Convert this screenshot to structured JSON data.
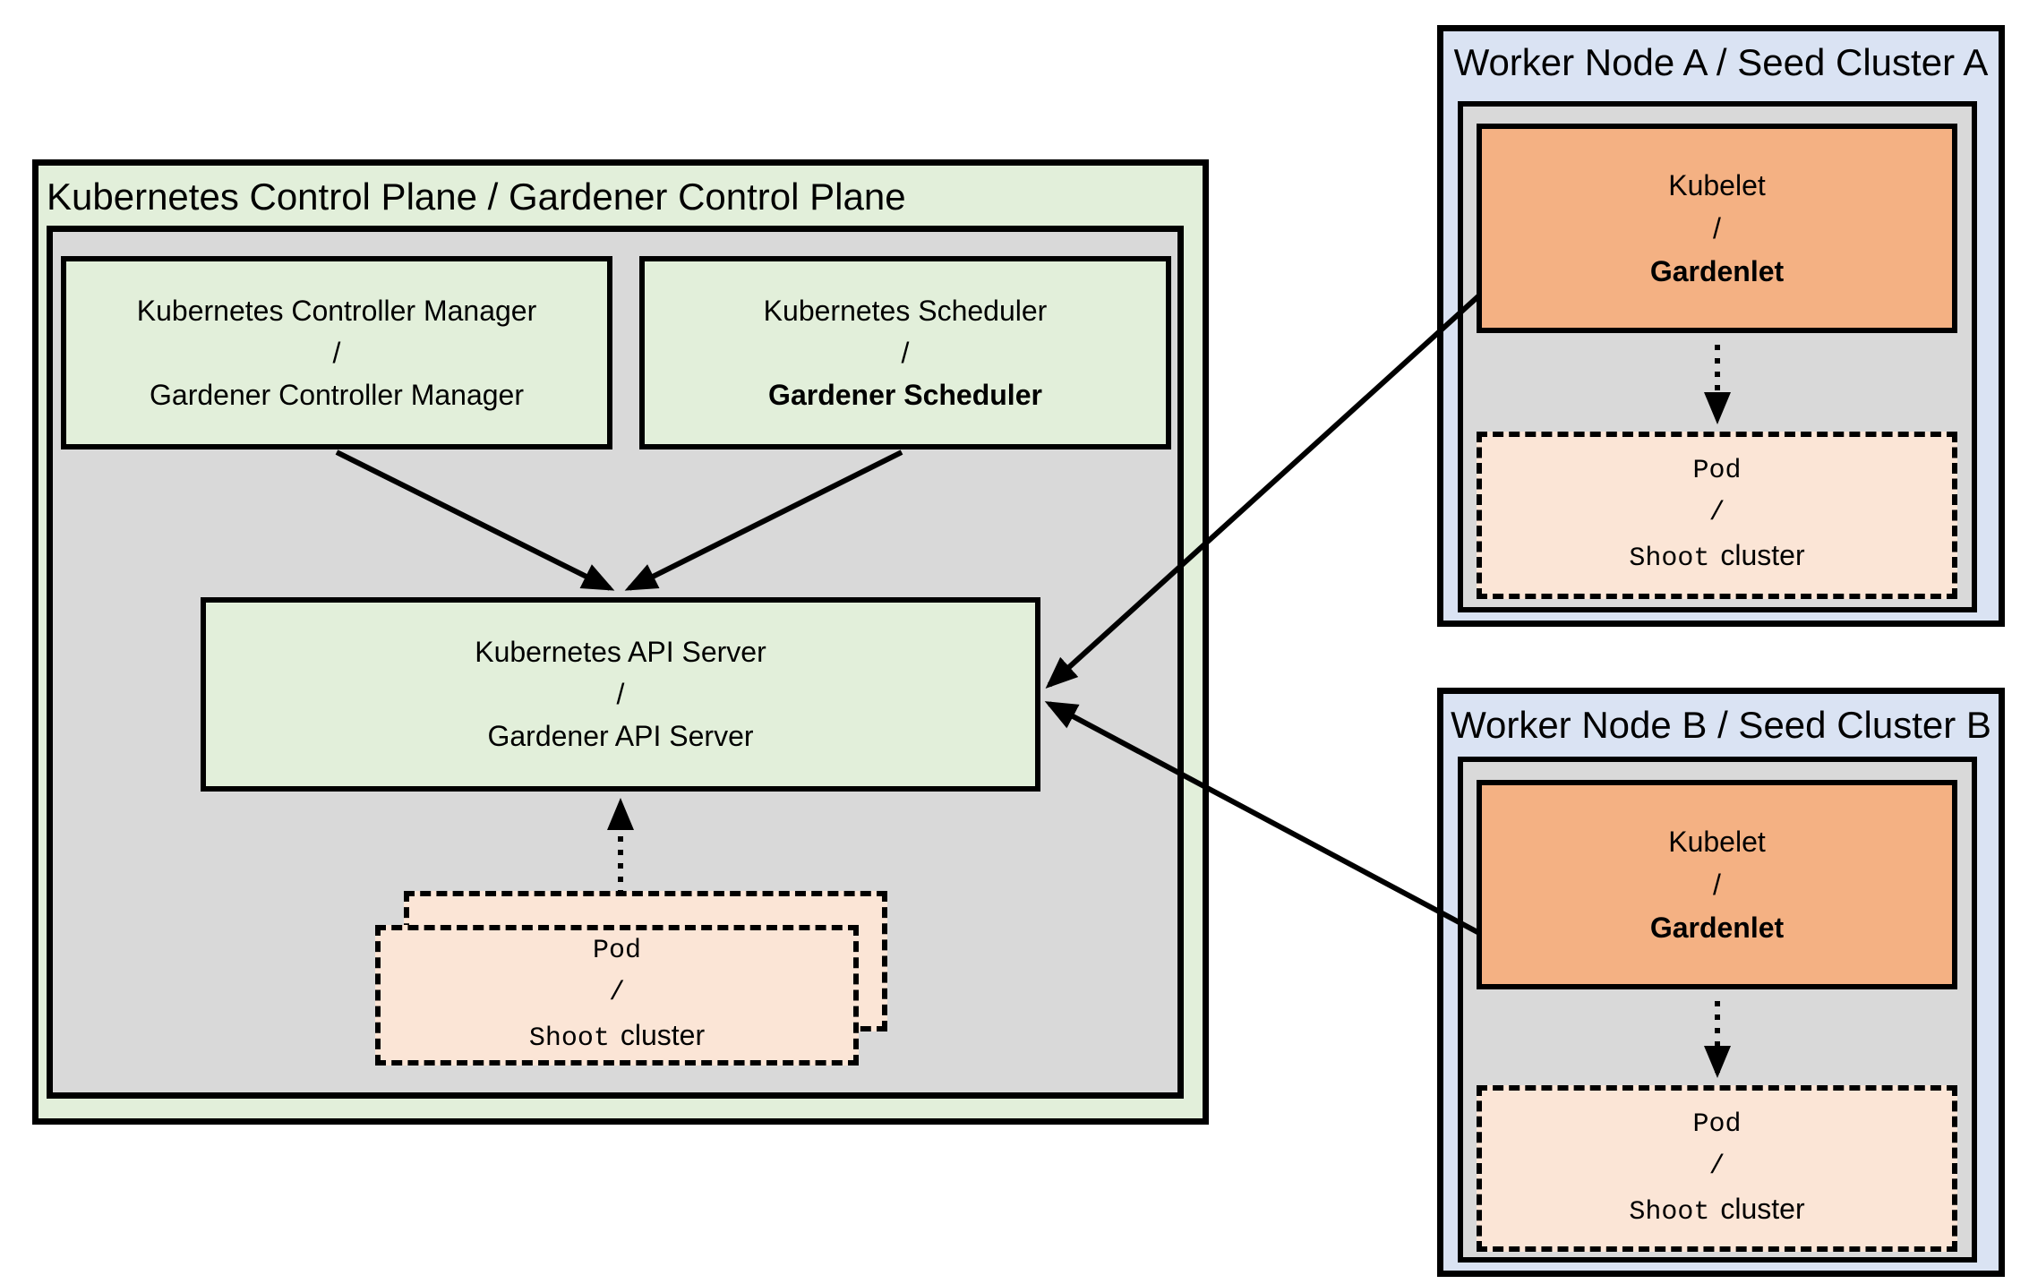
{
  "colors": {
    "control_plane_fill": "#e2efda",
    "inner_panel_fill": "#d9d9d9",
    "component_fill": "#e2efda",
    "worker_fill": "#dae3f3",
    "kubelet_fill": "#f4b183",
    "pod_fill": "#fbe5d6",
    "line": "#000000",
    "canvas": "#ffffff"
  },
  "control_plane": {
    "title": "Kubernetes Control Plane / Gardener Control Plane",
    "controller_manager": {
      "line1": "Kubernetes Controller Manager",
      "slash": "/",
      "line2": "Gardener Controller Manager"
    },
    "scheduler": {
      "line1": "Kubernetes Scheduler",
      "slash": "/",
      "line2_bold": "Gardener Scheduler"
    },
    "api_server": {
      "line1": "Kubernetes API Server",
      "slash": "/",
      "line2": "Gardener API Server"
    }
  },
  "pod_box": {
    "line1": "Pod",
    "slash": "/",
    "line2_code": "Shoot",
    "line2_rest": "cluster"
  },
  "worker_node_a": {
    "title": "Worker Node A / Seed Cluster A",
    "kubelet": {
      "line1": "Kubelet",
      "slash": "/",
      "line2_bold": "Gardenlet"
    }
  },
  "worker_node_b": {
    "title": "Worker Node B / Seed Cluster B",
    "kubelet": {
      "line1": "Kubelet",
      "slash": "/",
      "line2_bold": "Gardenlet"
    }
  }
}
